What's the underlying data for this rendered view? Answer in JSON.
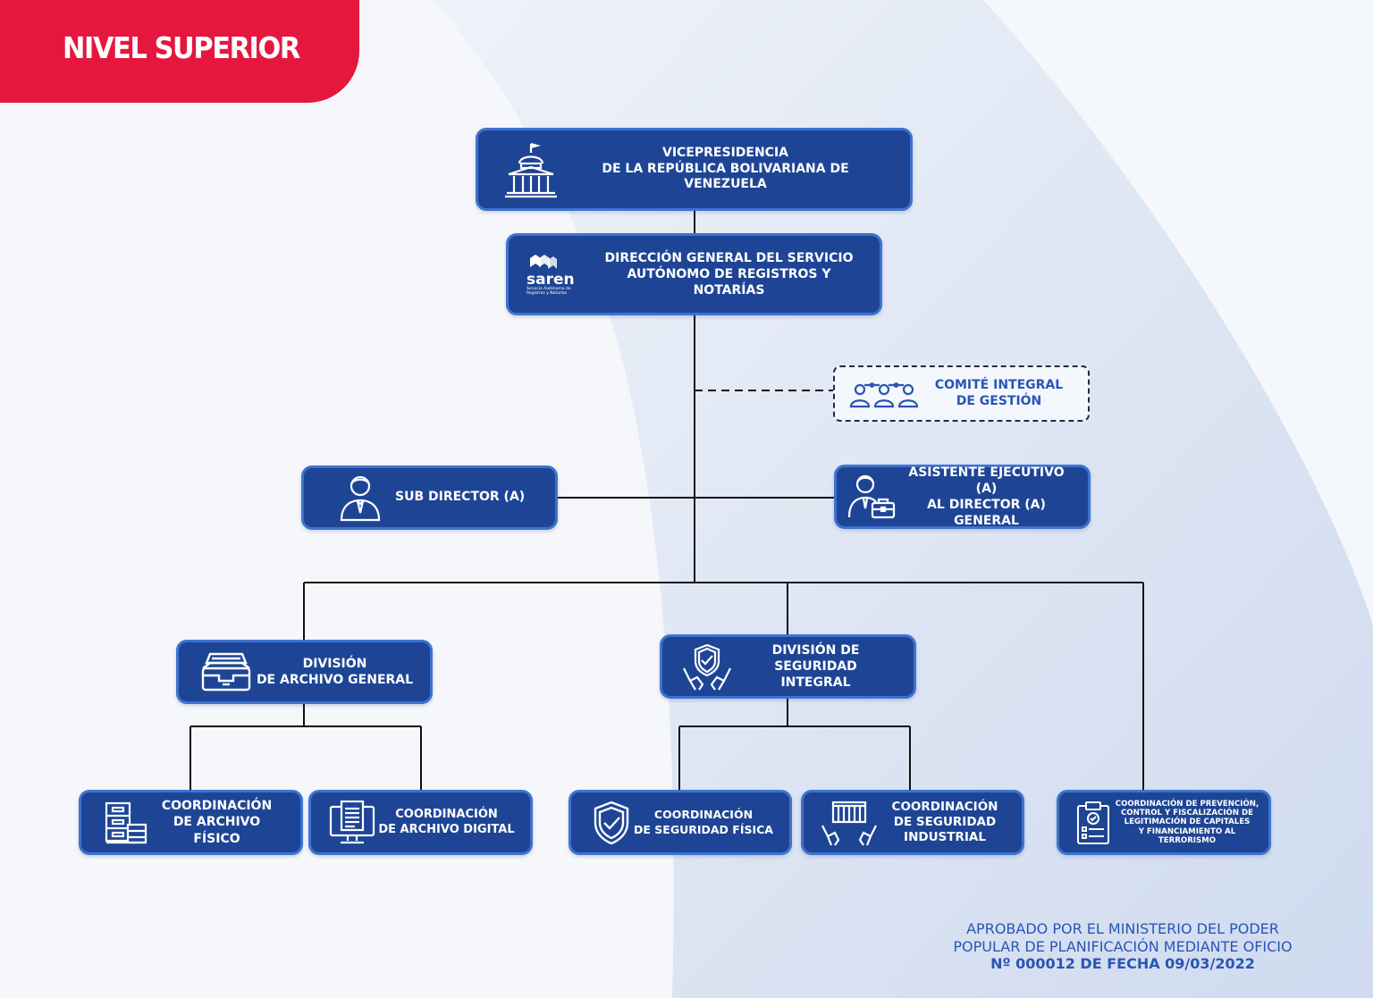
{
  "banner": {
    "title": "NIVEL SUPERIOR"
  },
  "colors": {
    "banner": "#e5173f",
    "box": "#1e4595",
    "box_border": "#3d72d0",
    "accent_text": "#2a55b5"
  },
  "nodes": {
    "vicepresidencia": {
      "label": "VICEPRESIDENCIA\nDE LA REPÚBLICA BOLIVARIANA DE VENEZUELA",
      "icon": "government-building-icon"
    },
    "direccion_general": {
      "label": "DIRECCIÓN GENERAL DEL SERVICIO\nAUTÓNOMO DE REGISTROS Y NOTARÍAS",
      "icon": "saren-logo",
      "logo_word": "saren",
      "logo_sub": "Servicio Autónomo de\nRegistros y Notarías"
    },
    "comite": {
      "label": "COMITÉ INTEGRAL\nDE GESTIÓN",
      "icon": "team-network-icon"
    },
    "sub_director": {
      "label": "SUB DIRECTOR (A)",
      "icon": "person-tie-icon"
    },
    "asistente": {
      "label": "ASISTENTE EJECUTIVO (A)\nAL DIRECTOR (A) GENERAL",
      "icon": "person-briefcase-icon"
    },
    "archivo_general": {
      "label": "DIVISIÓN\nDE ARCHIVO GENERAL",
      "icon": "archive-drawer-icon"
    },
    "seguridad_integral": {
      "label": "DIVISIÓN DE SEGURIDAD\nINTEGRAL",
      "icon": "shield-hands-icon"
    },
    "archivo_fisico": {
      "label": "COORDINACIÓN\nDE ARCHIVO FÍSICO",
      "icon": "filing-cabinet-icon"
    },
    "archivo_digital": {
      "label": "COORDINACIÓN\nDE ARCHIVO DIGITAL",
      "icon": "computer-document-icon"
    },
    "seguridad_fisica": {
      "label": "COORDINACIÓN\nDE SEGURIDAD FÍSICA",
      "icon": "shield-check-icon"
    },
    "seguridad_industrial": {
      "label": "COORDINACIÓN\nDE SEGURIDAD\nINDUSTRIAL",
      "icon": "factory-hands-icon"
    },
    "prevencion": {
      "label": "COORDINACIÓN DE PREVENCIÓN,\nCONTROL Y FISCALIZACIÓN DE\nLEGITIMACIÓN DE CAPITALES\nY FINANCIAMIENTO AL TERRORISMO",
      "icon": "clipboard-checklist-icon"
    }
  },
  "footer": {
    "line1": "APROBADO POR EL MINISTERIO DEL PODER",
    "line2": "POPULAR DE PLANIFICACIÓN MEDIANTE OFICIO",
    "line3": "Nº 000012 DE FECHA 09/03/2022"
  }
}
